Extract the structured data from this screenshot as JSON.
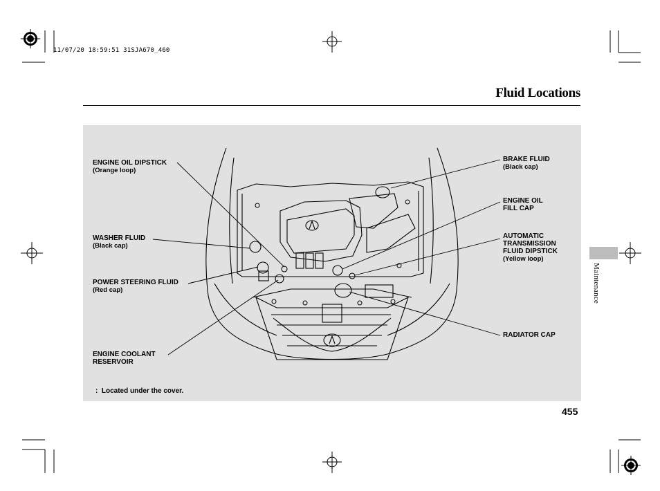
{
  "print_stamp": "11/07/20 18:59:51 31SJA670_460",
  "page_title": "Fluid Locations",
  "side_tab_label": "Maintenance",
  "page_number": "455",
  "footnote": ":  Located under the cover.",
  "callouts": {
    "engine_oil_dipstick": {
      "title": "ENGINE OIL DIPSTICK",
      "sub": "(Orange loop)"
    },
    "washer_fluid": {
      "title": "WASHER FLUID",
      "sub": "(Black cap)"
    },
    "power_steering_fluid": {
      "title": "POWER STEERING FLUID",
      "sub": "(Red cap)"
    },
    "engine_coolant_reservoir": {
      "title": "ENGINE COOLANT\nRESERVOIR"
    },
    "brake_fluid": {
      "title": "BRAKE FLUID",
      "sub": "(Black cap)"
    },
    "engine_oil_fill_cap": {
      "title": "ENGINE OIL\nFILL CAP"
    },
    "automatic_transmission_fluid_dipstick": {
      "title": "AUTOMATIC\nTRANSMISSION\nFLUID DIPSTICK",
      "sub": "(Yellow loop)"
    },
    "radiator_cap": {
      "title": "RADIATOR CAP"
    }
  },
  "colors": {
    "figure_background": "#e1e1e1",
    "side_tab": "#bcbcbc"
  }
}
